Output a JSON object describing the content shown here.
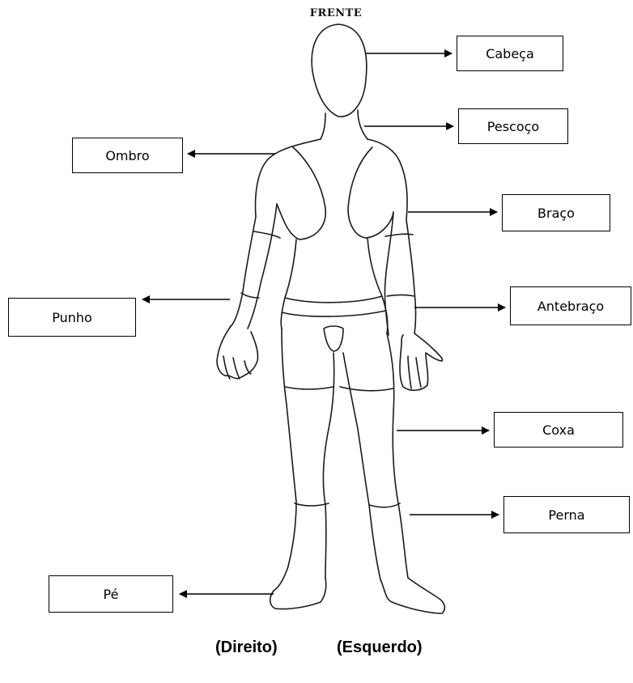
{
  "title": "FRENTE",
  "labels": {
    "cabeca": "Cabeça",
    "pescoco": "Pescoço",
    "ombro": "Ombro",
    "braco": "Braço",
    "punho": "Punho",
    "antebraco": "Antebraço",
    "coxa": "Coxa",
    "perna": "Perna",
    "pe": "Pé"
  },
  "sides": {
    "right": "(Direito)",
    "left": "(Esquerdo)"
  }
}
